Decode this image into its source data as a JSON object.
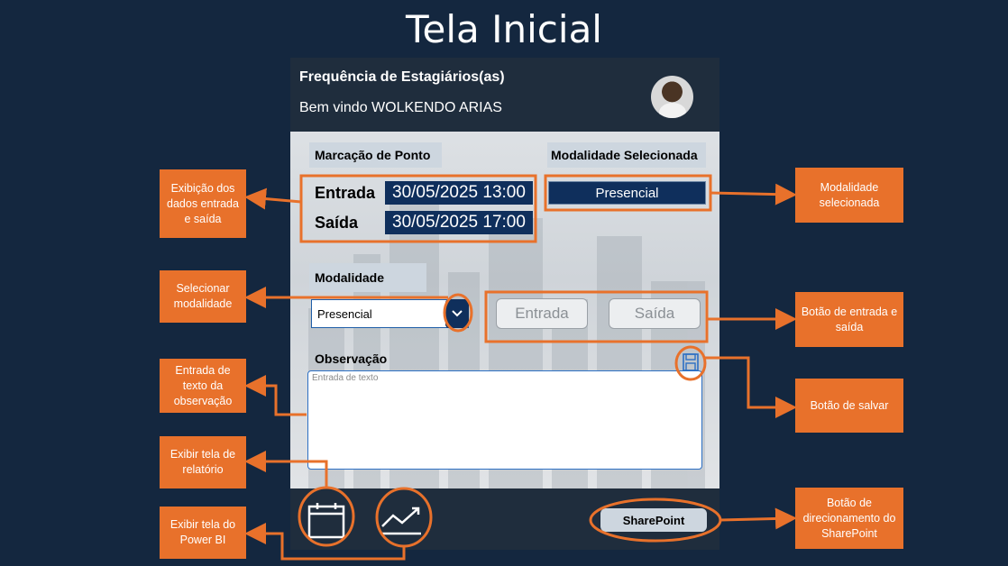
{
  "slide": {
    "title": "Tela Inicial"
  },
  "app": {
    "header": {
      "title": "Frequência de Estagiários(as)",
      "welcome": "Bem vindo WOLKENDO ARIAS"
    },
    "ponto": {
      "label": "Marcação de Ponto",
      "entrada_label": "Entrada",
      "entrada_value": "30/05/2025 13:00",
      "saida_label": "Saída",
      "saida_value": "30/05/2025 17:00"
    },
    "modalidade_selecionada": {
      "label": "Modalidade Selecionada",
      "value": "Presencial"
    },
    "modalidade": {
      "label": "Modalidade",
      "selected": "Presencial"
    },
    "buttons": {
      "entrada": "Entrada",
      "saida": "Saída"
    },
    "observacao": {
      "label": "Observação",
      "placeholder": "Entrada de texto"
    },
    "footer": {
      "sharepoint": "SharePoint"
    }
  },
  "annotations": {
    "exibicao": "Exibição dos dados entrada e saída",
    "selecionar": "Selecionar modalidade",
    "entrada_texto": "Entrada de texto da observação",
    "relatorio": "Exibir tela de relatório",
    "powerbi": "Exibir tela do Power BI",
    "modalidade_sel": "Modalidade selecionada",
    "botao_es": "Botão de entrada e saída",
    "salvar": "Botão de salvar",
    "sharepoint": "Botão de direcionamento do SharePoint"
  },
  "colors": {
    "accent": "#e8712b",
    "background": "#14273f",
    "header": "#1f2d3d",
    "navy": "#0f2f5c"
  }
}
